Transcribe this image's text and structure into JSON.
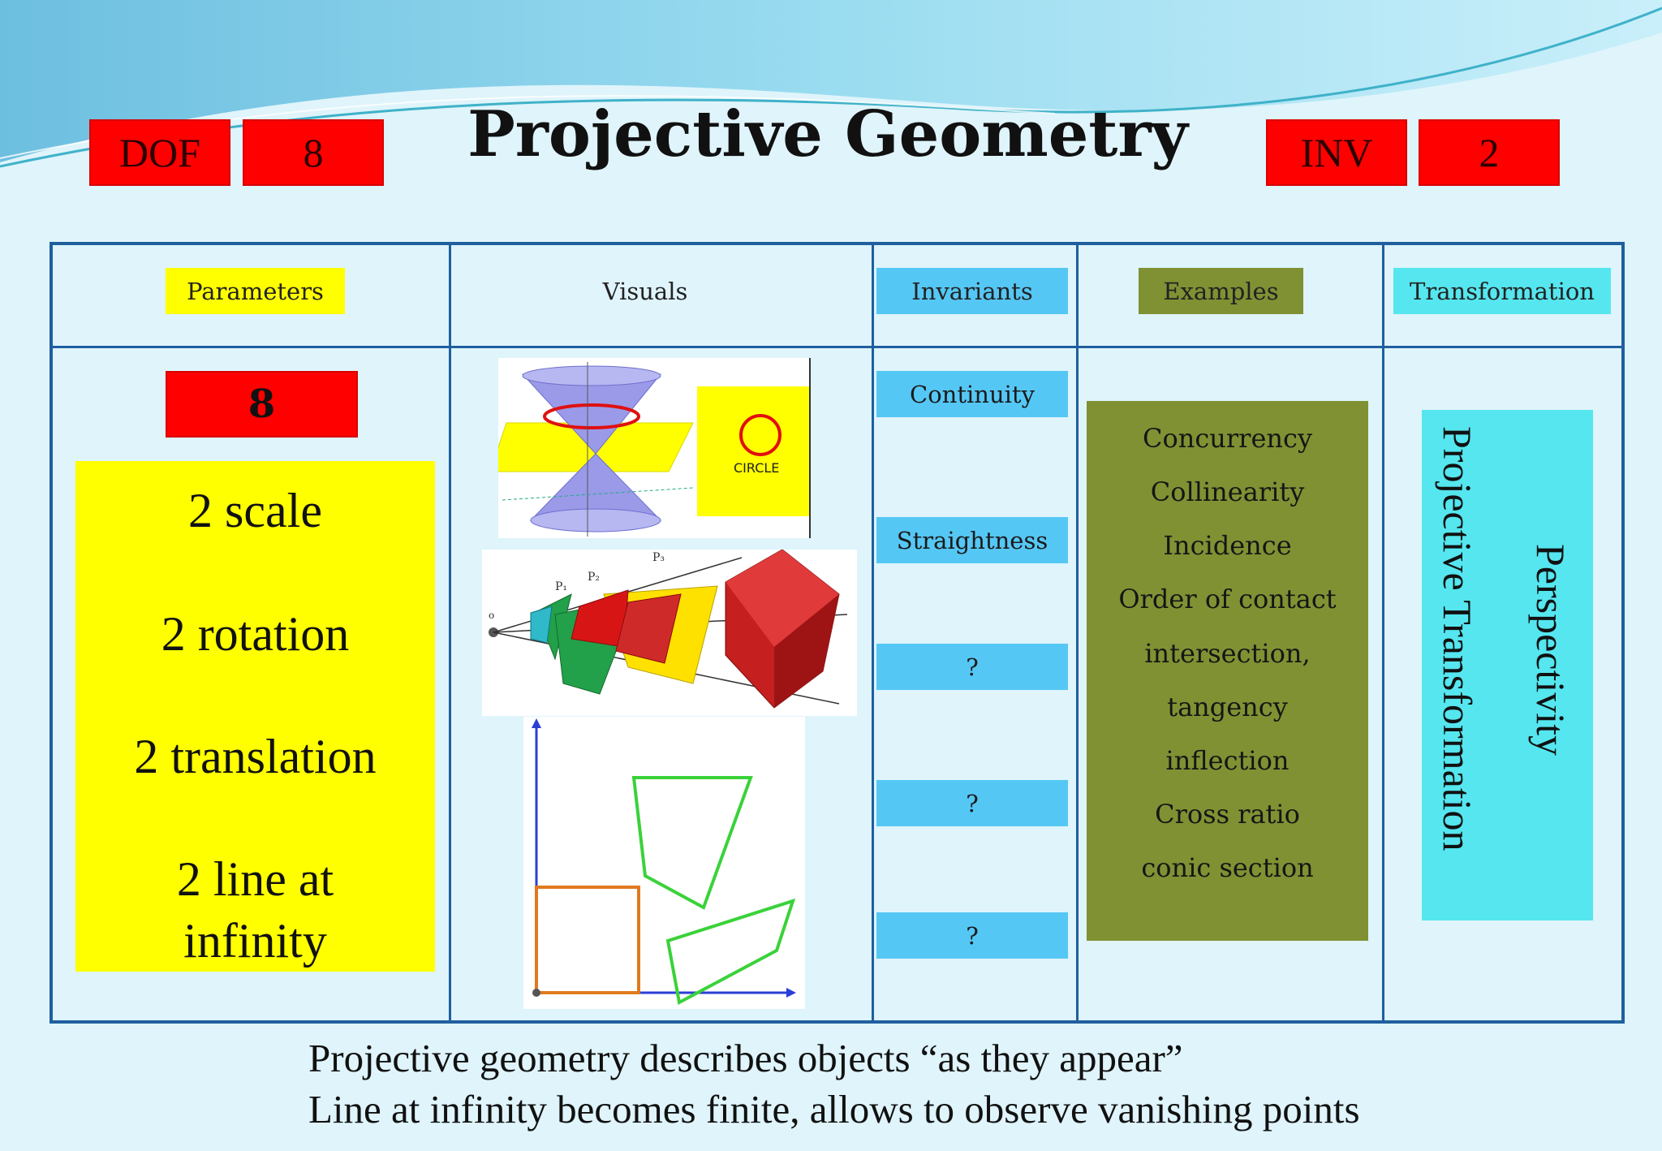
{
  "title": "Projective Geometry",
  "badges": {
    "dof_label": "DOF",
    "dof_value": "8",
    "inv_label": "INV",
    "inv_value": "2"
  },
  "headers": {
    "parameters": "Parameters",
    "visuals": "Visuals",
    "invariants": "Invariants",
    "examples": "Examples",
    "transformation": "Transformation"
  },
  "parameters": {
    "count": "8",
    "items": [
      "2 scale",
      "2 rotation",
      "2 translation",
      "2 line at",
      "infinity"
    ]
  },
  "visuals": {
    "circle_label": "CIRCLE"
  },
  "invariants": [
    "Continuity",
    "Straightness",
    "?",
    "?",
    "?"
  ],
  "examples": [
    "Concurrency",
    "Collinearity",
    "Incidence",
    "Order of contact",
    "intersection,",
    "tangency",
    "inflection",
    "Cross ratio",
    "conic section"
  ],
  "transformation": {
    "left": "Projective Transformation",
    "right": "Perspectivity"
  },
  "footer": [
    "Projective geometry describes objects “as they appear”",
    "Line at infinity becomes finite, allows to observe vanishing points"
  ],
  "colors": {
    "badge_red": "#ff0000",
    "param_yellow": "#ffff00",
    "invariant_blue": "#55c7f5",
    "examples_olive": "#7f9133",
    "transformation_cyan": "#55e6ef",
    "table_border": "#1f5f9e"
  }
}
